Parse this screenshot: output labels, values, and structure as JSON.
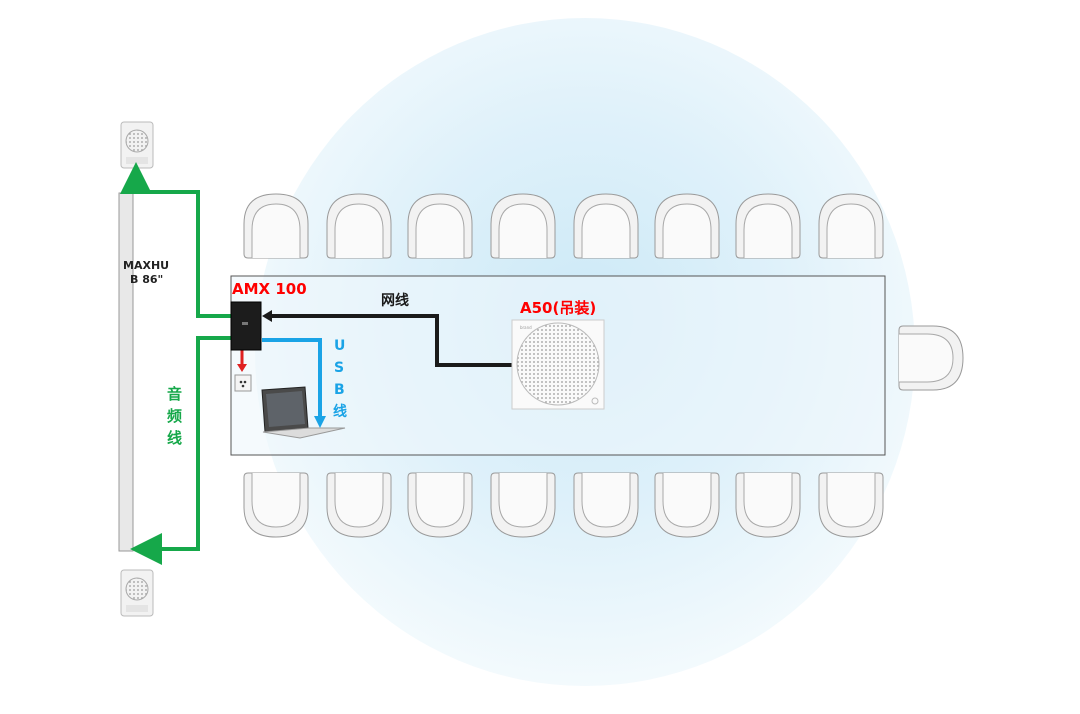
{
  "labels": {
    "display": "MAXHUB 86\"",
    "processor": "AMX 100",
    "network_cable": "网线",
    "ceiling_mic": "A50(吊装)",
    "usb_cable_chars": [
      "U",
      "S",
      "B",
      "线"
    ],
    "audio_cable_chars": [
      "音",
      "频",
      "线"
    ]
  },
  "colors": {
    "processor_label": "#ff0000",
    "mic_label": "#ff0000",
    "audio_cable": "#16a84a",
    "usb_cable": "#1aa3e6",
    "network_cable": "#1a1a1a",
    "power_cable": "#e02020"
  },
  "seats": {
    "top_row_count": 8,
    "bottom_row_count": 8,
    "end_count": 1
  }
}
